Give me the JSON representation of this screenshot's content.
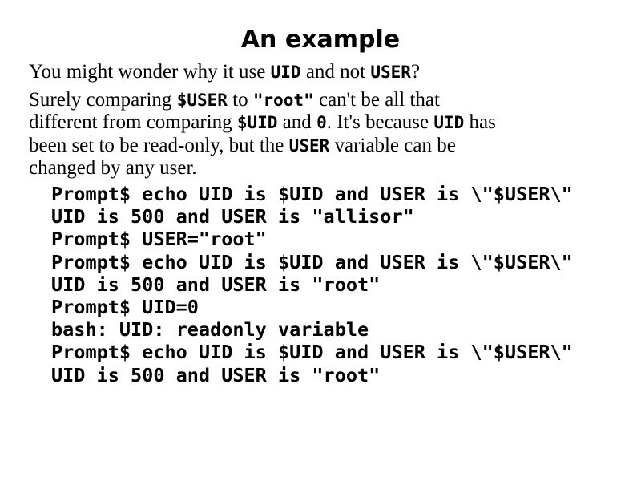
{
  "slide": {
    "title": "An example",
    "paragraphs": [
      {
        "lines": [
          [
            {
              "t": "You might wonder why it use "
            },
            {
              "t": "UID",
              "code": true
            },
            {
              "t": " and not "
            },
            {
              "t": "USER",
              "code": true
            },
            {
              "t": "?"
            }
          ]
        ]
      },
      {
        "lines": [
          [
            {
              "t": "Surely comparing "
            },
            {
              "t": "$USER",
              "code": true
            },
            {
              "t": " to "
            },
            {
              "t": "\"root\"",
              "code": true
            },
            {
              "t": " can't be all that"
            }
          ],
          [
            {
              "t": "different from comparing "
            },
            {
              "t": "$UID",
              "code": true
            },
            {
              "t": " and "
            },
            {
              "t": "0",
              "code": true
            },
            {
              "t": ". It's because "
            },
            {
              "t": "UID",
              "code": true
            },
            {
              "t": " has"
            }
          ],
          [
            {
              "t": "been set to be read-only, but the "
            },
            {
              "t": "USER",
              "code": true
            },
            {
              "t": " variable can be"
            }
          ],
          [
            {
              "t": "changed by any user."
            }
          ]
        ]
      }
    ],
    "code_lines": [
      "Prompt$ echo UID is $UID and USER is \\\"$USER\\\"",
      "UID is 500 and USER is \"allisor\"",
      "Prompt$ USER=\"root\"",
      "Prompt$ echo UID is $UID and USER is \\\"$USER\\\"",
      "UID is 500 and USER is \"root\"",
      "Prompt$ UID=0",
      "bash: UID: readonly variable",
      "Prompt$ echo UID is $UID and USER is \\\"$USER\\\"",
      "UID is 500 and USER is \"root\""
    ]
  }
}
